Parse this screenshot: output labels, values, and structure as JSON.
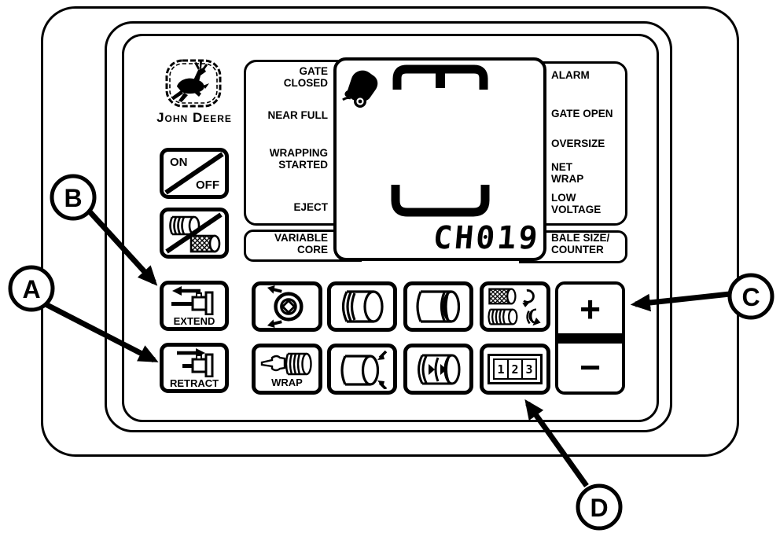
{
  "brand": {
    "name": "John Deere"
  },
  "power": {
    "on": "ON",
    "off": "OFF"
  },
  "actuator": {
    "extend": "EXTEND",
    "retract": "RETRACT"
  },
  "wrap": {
    "label": "WRAP"
  },
  "status_left": {
    "gate_closed": "GATE\nCLOSED",
    "near_full": "NEAR FULL",
    "wrapping_started": "WRAPPING\nSTARTED",
    "eject": "EJECT",
    "variable_core": "VARIABLE\nCORE"
  },
  "status_right": {
    "alarm": "ALARM",
    "gate_open": "GATE OPEN",
    "oversize": "OVERSIZE",
    "net_wrap": "NET\nWRAP",
    "low_voltage": "LOW\nVOLTAGE",
    "bale_size_counter": "BALE SIZE/\nCOUNTER"
  },
  "display": {
    "readout": "CH019"
  },
  "counter": {
    "d1": "1",
    "d2": "2",
    "d3": "3"
  },
  "adjust": {
    "plus": "+",
    "minus": "−"
  },
  "callouts": {
    "a": "A",
    "b": "B",
    "c": "C",
    "d": "D"
  },
  "colors": {
    "ink": "#000000",
    "paper": "#ffffff"
  }
}
